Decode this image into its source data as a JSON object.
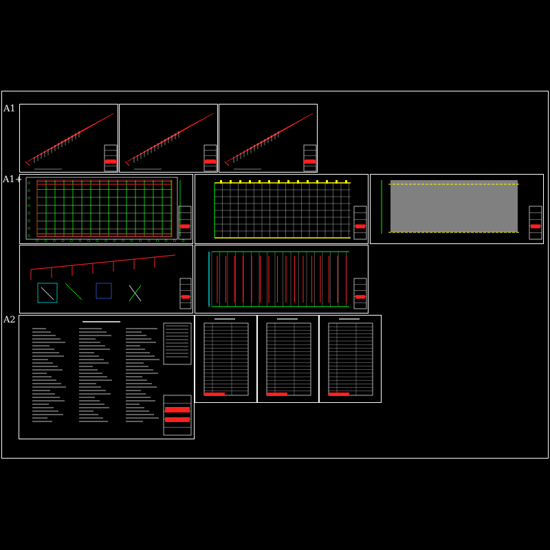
{
  "drawing": {
    "background": "#000000",
    "frame_color": "#ffffff",
    "size_labels": {
      "a1": "A1",
      "a1_plus": "A1+",
      "a2": "A2"
    }
  },
  "colors": {
    "red": "#ff2020",
    "green": "#00ff00",
    "yellow": "#ffff00",
    "cyan": "#00ffff",
    "white": "#ffffff",
    "gray_fill": "#808080",
    "blue": "#3a6cff"
  }
}
